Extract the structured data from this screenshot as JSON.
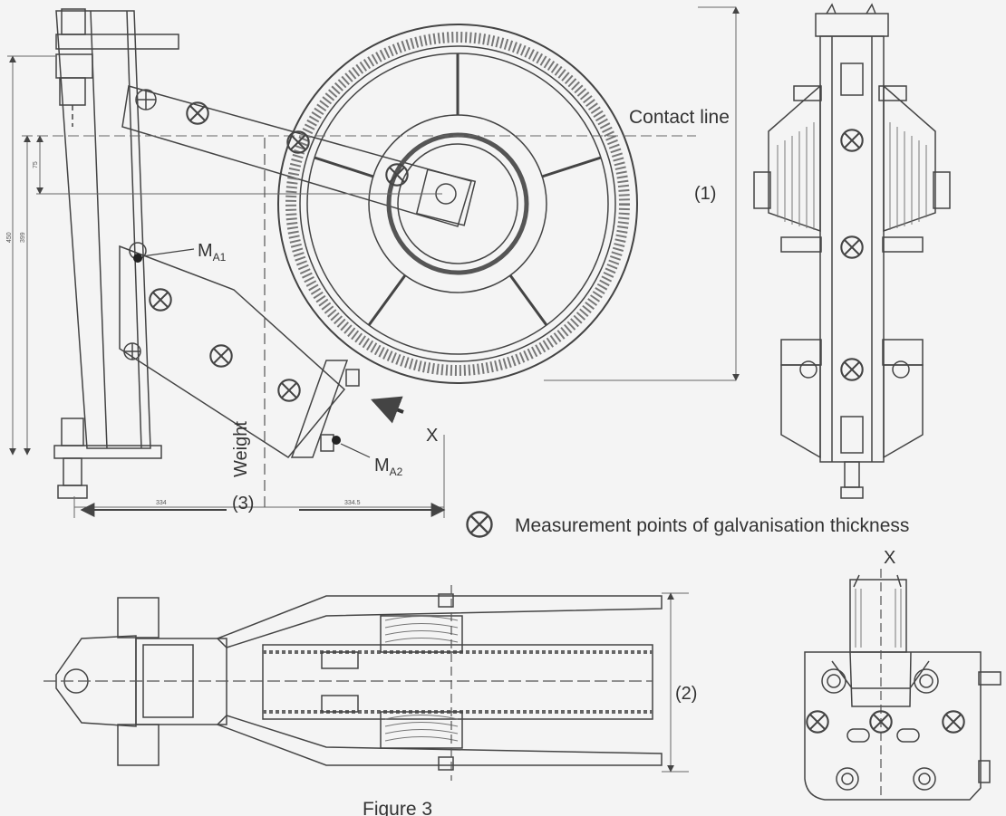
{
  "labels": {
    "contact_line": "Contact line",
    "dim_1": "(1)",
    "dim_2": "(2)",
    "dim_3": "(3)",
    "weight": "Weight",
    "x_arrow": "X",
    "x_view": "X",
    "ma1_main": "M",
    "ma1_sub": "A1",
    "ma2_main": "M",
    "ma2_sub": "A2",
    "legend_text": "Measurement points of galvanisation thickness",
    "figure_caption": "Figure 3"
  },
  "dimension_values": {
    "left_outer": "450",
    "left_inner": "399",
    "offset": "75",
    "bottom_left": "334",
    "bottom_right": "334.5"
  },
  "colors": {
    "line": "#444444",
    "background": "#f4f4f4",
    "text": "#333333"
  }
}
